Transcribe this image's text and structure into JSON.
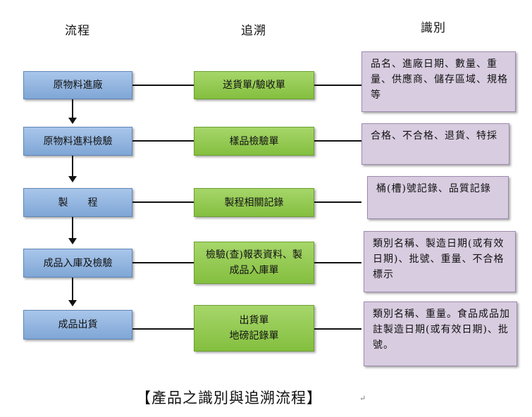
{
  "headers": {
    "flow": "流程",
    "trace": "追溯",
    "identify": "識別"
  },
  "rows": [
    {
      "process": "原物料進廠",
      "record": "送貨單/驗收單",
      "identify": "品名、進廠日期、數量、重量、供應商、儲存區域、規格等"
    },
    {
      "process": "原物料進料檢驗",
      "record": "樣品檢驗單",
      "identify": "合格、不合格、退貨、特採"
    },
    {
      "process": "製　　程",
      "record": "製程相關記錄",
      "identify": "桶(槽)號記錄、品質記錄"
    },
    {
      "process": "成品入庫及檢驗",
      "record": "檢驗(查)報表資料、製成品入庫單",
      "identify": "類別名稱、製造日期(或有效日期)、批號、重量、不合格標示"
    },
    {
      "process": "成品出貨",
      "record": "出貨單\n地磅記錄單",
      "identify": "類別名稱、重量。食品成品加註製造日期(或有效日期)、批號。"
    }
  ],
  "caption": "【產品之識別與追溯流程】",
  "paragraph_mark": "↵",
  "colors": {
    "process": "#8fb3e0",
    "record": "#92c84f",
    "identify": "#d8cce0"
  }
}
